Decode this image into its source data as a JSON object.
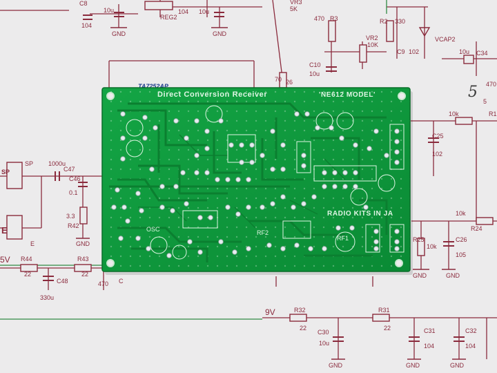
{
  "photo": {
    "subject_colors": {
      "paper": "#ecebec",
      "schematic_maroon": "#8a2a3c",
      "schematic_green": "#2f8a43",
      "pcb_green": "#0e9a3c",
      "pcb_text": "#dff5e4"
    }
  },
  "pcb": {
    "title": "Direct Conversion Receiver",
    "model": "'NE612 MODEL'",
    "brand": "RADIO KITS IN JA",
    "osc": "OSC",
    "rf2": "RF2",
    "rf1": "RF1"
  },
  "schematic": {
    "gnd": "GND",
    "labels_top": [
      "C8",
      "104",
      "10u",
      "REG2",
      "104",
      "10u",
      "VR3",
      "5K",
      "470",
      "R3",
      "R2",
      "330",
      "VR2",
      "10K",
      "C9",
      "102",
      "VCAP2",
      "10u",
      "C34",
      "C10",
      "10u",
      "TA7252AP",
      "70",
      "26"
    ],
    "labels_left": [
      "SP",
      "SP",
      "1000u",
      "C47",
      "C46",
      "0.1",
      "3.3",
      "R42",
      "E",
      "E",
      "5V",
      "R44",
      "22",
      "R43",
      "22",
      "C48",
      "330u",
      "470",
      "C"
    ],
    "labels_right": [
      "10k",
      "R1",
      "C25",
      "102",
      "470",
      "5",
      "R24",
      "10k",
      "R25",
      "10k",
      "C26",
      "105"
    ],
    "labels_bottom": [
      "9V",
      "R32",
      "22",
      "R31",
      "22",
      "C30",
      "10u",
      "C31",
      "104",
      "C32",
      "104"
    ]
  }
}
